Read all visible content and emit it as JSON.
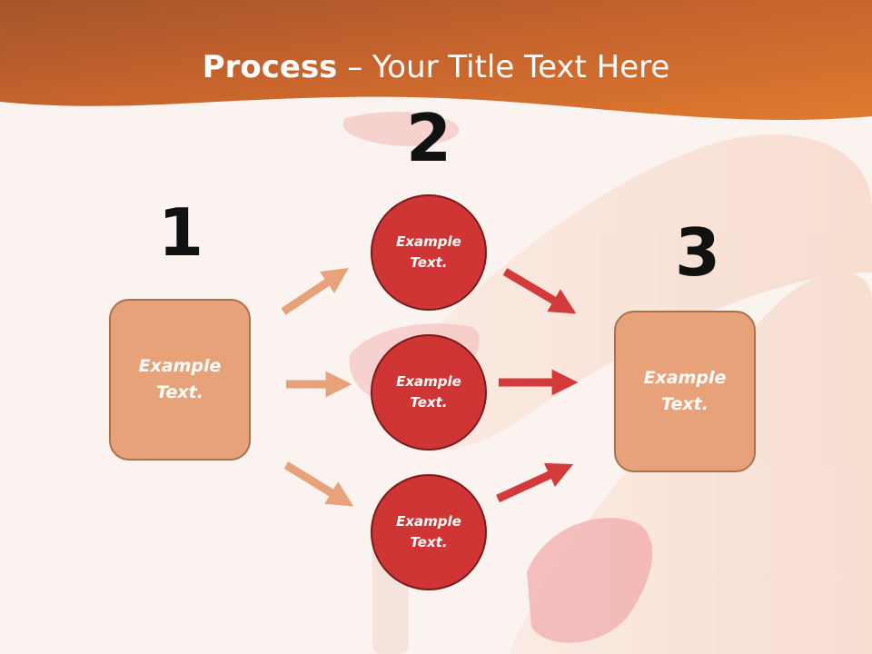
{
  "title": {
    "bold_part": "Process",
    "rest_part": " – Your Title Text Here"
  },
  "steps": {
    "one": "1",
    "two": "2",
    "three": "3"
  },
  "nodes": {
    "left_box": "Example Text.",
    "circle_top": "Example Text.",
    "circle_middle": "Example Text.",
    "circle_bottom": "Example Text.",
    "right_box": "Example Text."
  },
  "colors": {
    "header": "#d2692a",
    "box_fill": "#e8a27a",
    "circle_fill": "#cf3535",
    "arrow_light": "#e8a27a",
    "arrow_red": "#d33a3a"
  }
}
